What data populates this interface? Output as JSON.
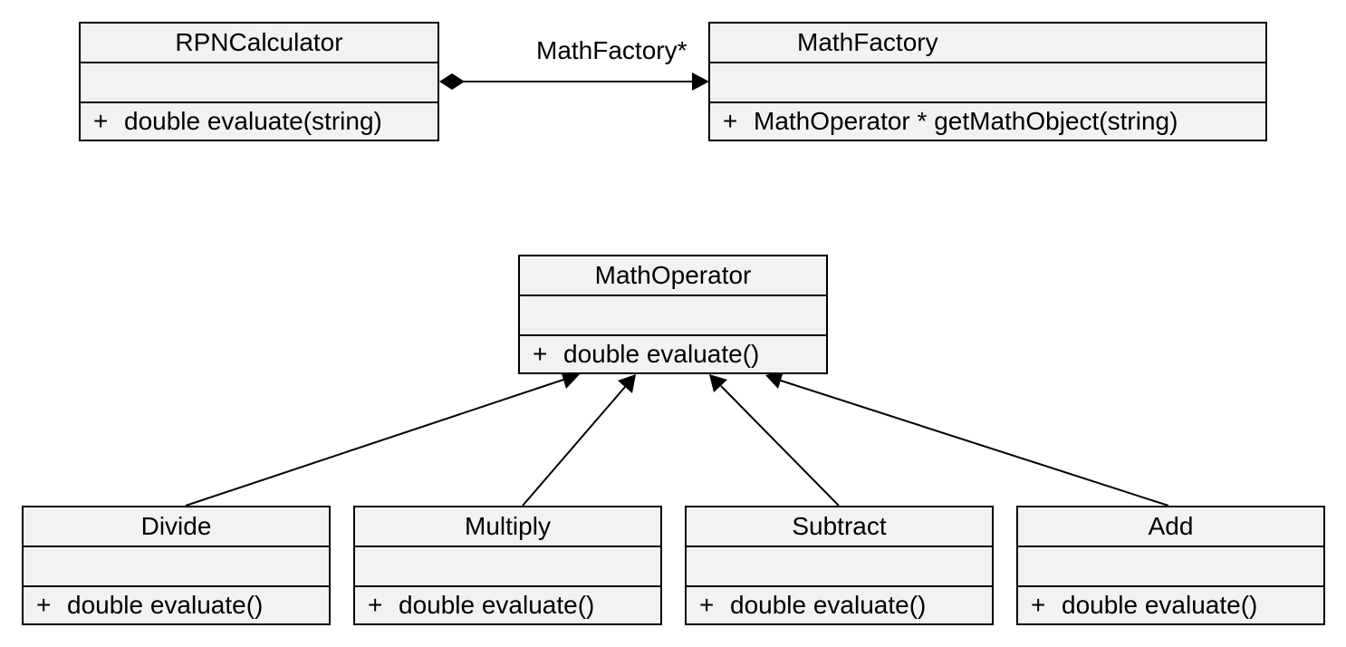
{
  "diagram": {
    "classes": {
      "rpn_calculator": {
        "name": "RPNCalculator",
        "attributes": "",
        "operation_visibility": "+",
        "operation": "double evaluate(string)"
      },
      "math_factory": {
        "name": "MathFactory",
        "attributes": "",
        "operation_visibility": "+",
        "operation": "MathOperator * getMathObject(string)"
      },
      "math_operator": {
        "name": "MathOperator",
        "attributes": "",
        "operation_visibility": "+",
        "operation": "double evaluate()"
      },
      "divide": {
        "name": "Divide",
        "attributes": "",
        "operation_visibility": "+",
        "operation": "double evaluate()"
      },
      "multiply": {
        "name": "Multiply",
        "attributes": "",
        "operation_visibility": "+",
        "operation": "double evaluate()"
      },
      "subtract": {
        "name": "Subtract",
        "attributes": "",
        "operation_visibility": "+",
        "operation": "double evaluate()"
      },
      "add": {
        "name": "Add",
        "attributes": "",
        "operation_visibility": "+",
        "operation": "double evaluate()"
      }
    },
    "relationships": {
      "composition": {
        "from": "RPNCalculator",
        "to": "MathFactory",
        "kind": "composition",
        "label": "MathFactory*"
      },
      "inheritance": [
        {
          "from": "Divide",
          "to": "MathOperator",
          "kind": "generalization"
        },
        {
          "from": "Multiply",
          "to": "MathOperator",
          "kind": "generalization"
        },
        {
          "from": "Subtract",
          "to": "MathOperator",
          "kind": "generalization"
        },
        {
          "from": "Add",
          "to": "MathOperator",
          "kind": "generalization"
        }
      ]
    },
    "colors": {
      "box_fill": "#f2f2f2",
      "line": "#000000",
      "text": "#000000",
      "background": "#ffffff"
    }
  }
}
